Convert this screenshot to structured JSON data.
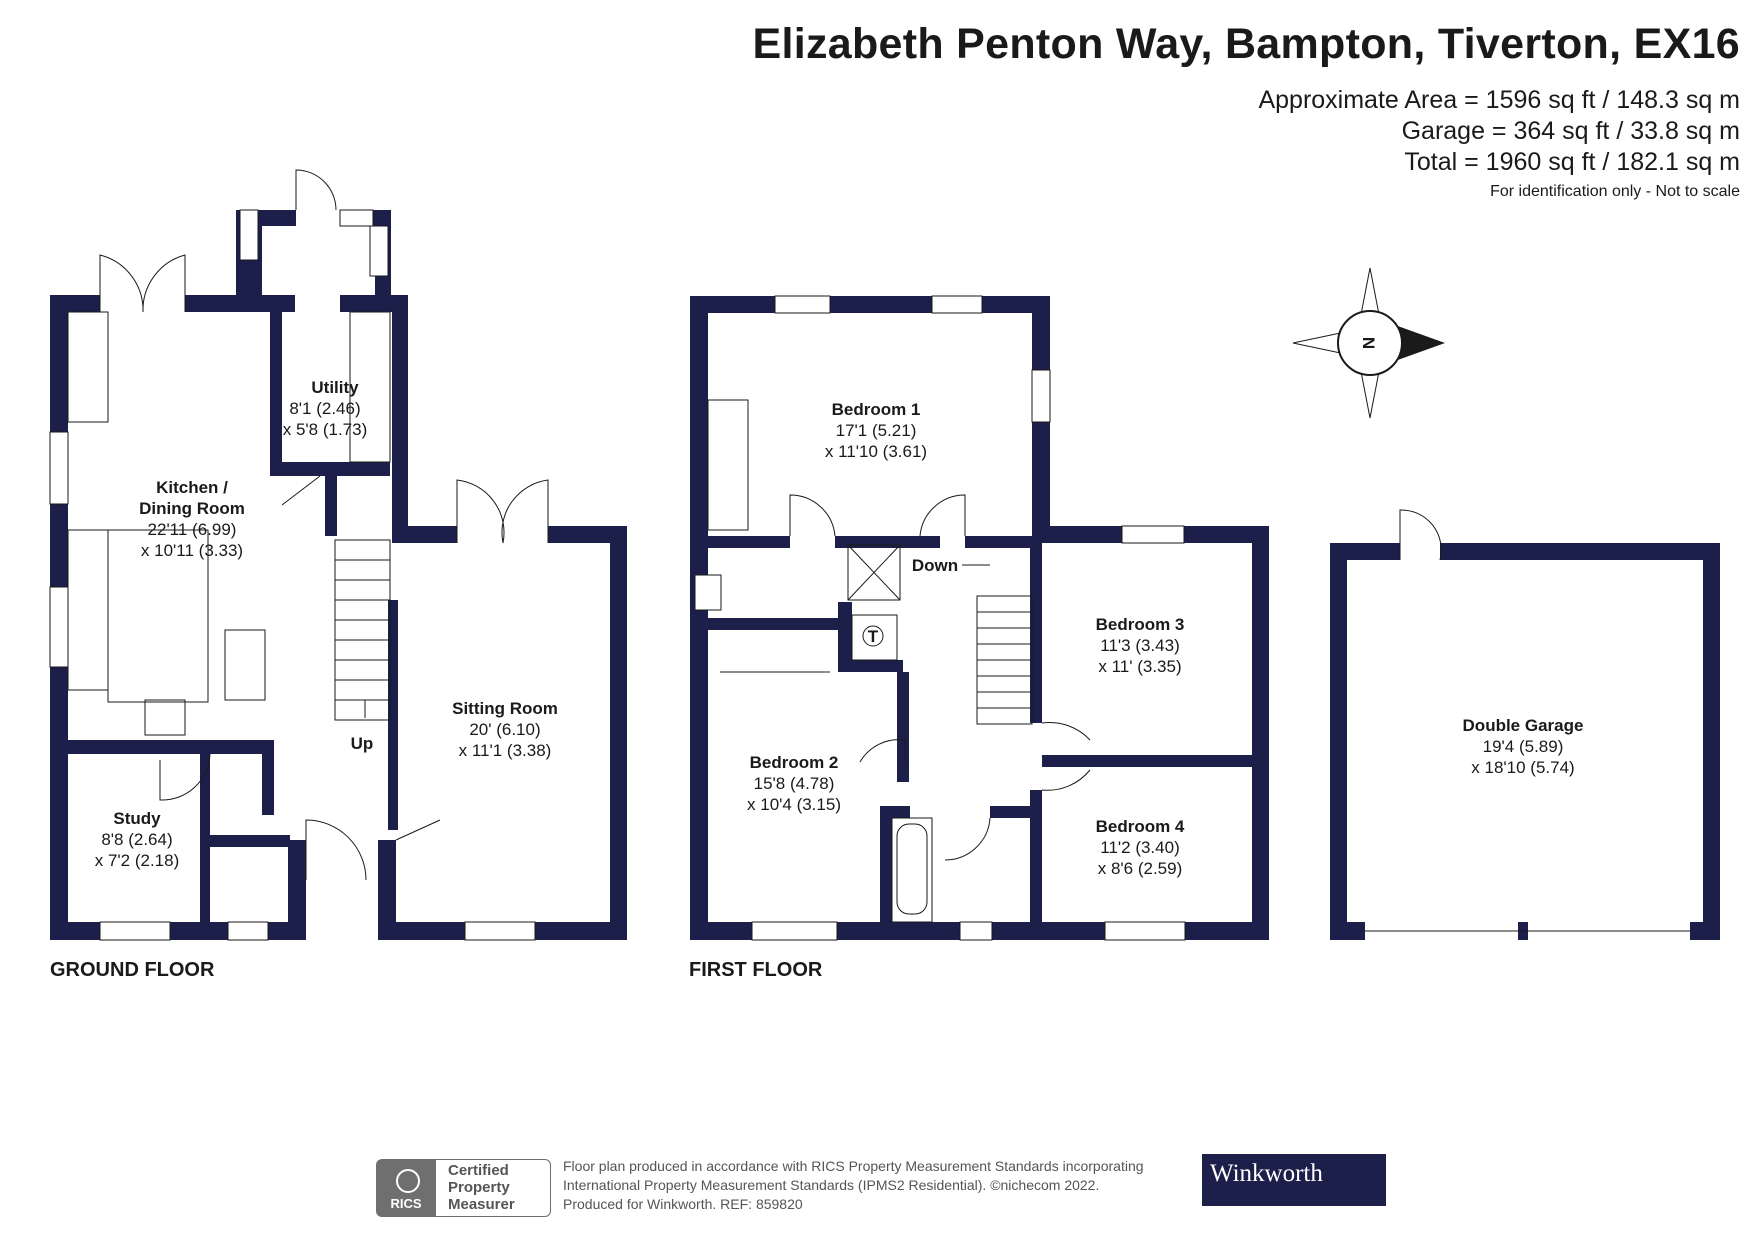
{
  "header": {
    "title": "Elizabeth Penton Way, Bampton, Tiverton, EX16",
    "approximate_area": "Approximate Area = 1596 sq ft / 148.3 sq m",
    "garage_area": "Garage = 364 sq ft / 33.8 sq m",
    "total_area": "Total = 1960 sq ft / 182.1 sq m",
    "disclaimer": "For identification only - Not to scale"
  },
  "compass": {
    "label": "N"
  },
  "floors": {
    "ground": "GROUND FLOOR",
    "first": "FIRST FLOOR"
  },
  "rooms": {
    "kitchen": {
      "name_line1": "Kitchen /",
      "name_line2": "Dining Room",
      "dim1": "22'11 (6.99)",
      "dim2": "x 10'11 (3.33)"
    },
    "utility": {
      "name": "Utility",
      "dim1": "8'1 (2.46)",
      "dim2": "x 5'8 (1.73)"
    },
    "study": {
      "name": "Study",
      "dim1": "8'8 (2.64)",
      "dim2": "x 7'2 (2.18)"
    },
    "sitting": {
      "name": "Sitting Room",
      "dim1": "20' (6.10)",
      "dim2": "x 11'1 (3.38)"
    },
    "bedroom1": {
      "name": "Bedroom 1",
      "dim1": "17'1 (5.21)",
      "dim2": "x 11'10 (3.61)"
    },
    "bedroom2": {
      "name": "Bedroom 2",
      "dim1": "15'8 (4.78)",
      "dim2": "x 10'4 (3.15)"
    },
    "bedroom3": {
      "name": "Bedroom 3",
      "dim1": "11'3 (3.43)",
      "dim2": "x 11' (3.35)"
    },
    "bedroom4": {
      "name": "Bedroom 4",
      "dim1": "11'2 (3.40)",
      "dim2": "x 8'6 (2.59)"
    },
    "garage": {
      "name": "Double Garage",
      "dim1": "19'4 (5.89)",
      "dim2": "x 18'10 (5.74)"
    }
  },
  "stairs": {
    "up": "Up",
    "down": "Down"
  },
  "fixtures": {
    "cylinder": "T"
  },
  "footer": {
    "rics_badge": "RICS",
    "rics_line1": "Certified",
    "rics_line2": "Property",
    "rics_line3": "Measurer",
    "line1": "Floor plan produced in accordance with RICS Property Measurement Standards incorporating",
    "line2": "International Property Measurement Standards (IPMS2 Residential).  ©nichecom 2022.",
    "line3": "Produced for Winkworth.   REF: 859820",
    "brand": "Winkworth"
  },
  "colors": {
    "wall": "#1b1f4a",
    "text": "#1a1a1a",
    "brand_bg": "#1b1f4a",
    "muted": "#555555"
  }
}
